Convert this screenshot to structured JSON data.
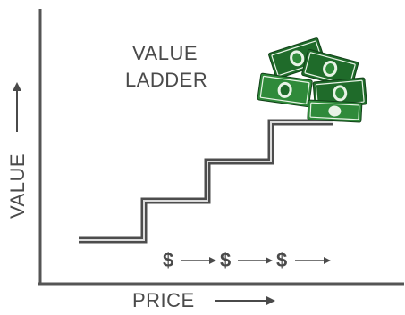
{
  "diagram": {
    "title_lines": [
      "VALUE",
      "LADDER"
    ],
    "y_axis_label": "VALUE",
    "x_axis_label": "PRICE",
    "price_steps": [
      "$",
      "$",
      "$"
    ],
    "colors": {
      "axis": "#555555",
      "ladder_outer": "#4d4d4d",
      "ladder_inner": "#dcdcdc",
      "text": "#4a4a4a",
      "money_dark": "#1f6b2a",
      "money_mid": "#2f8a3a",
      "money_light": "#e8f3e6"
    },
    "icons": [
      "money-stack-icon",
      "arrow-up-icon",
      "arrow-right-icon"
    ]
  }
}
